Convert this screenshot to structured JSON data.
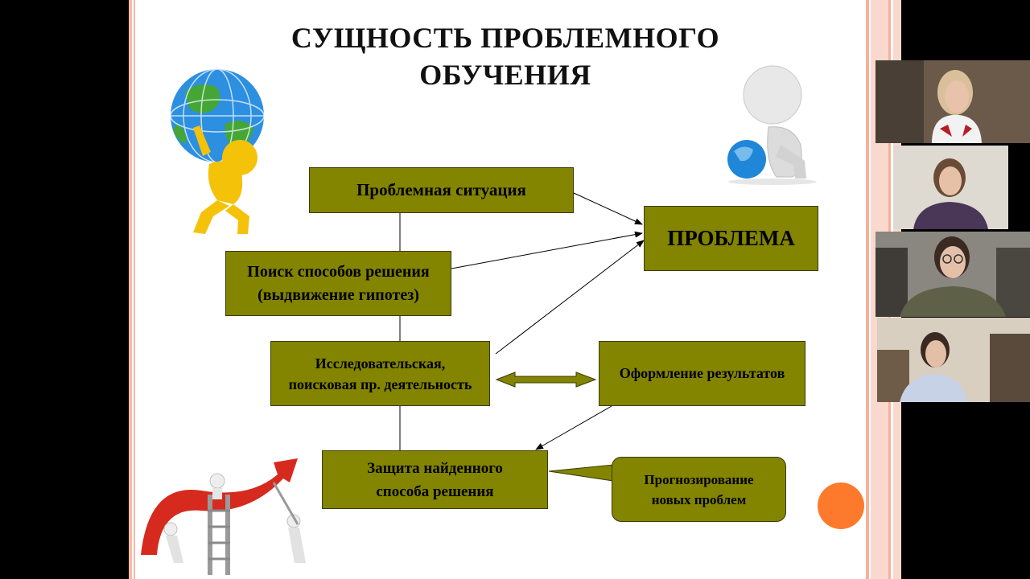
{
  "slide": {
    "title": "СУЩНОСТЬ ПРОБЛЕМНОГО\nОБУЧЕНИЯ",
    "boxes": {
      "situation": "Проблемная ситуация",
      "problem": "ПРОБЛЕМА",
      "search": "Поиск способов решения\n(выдвижение гипотез)",
      "research": "Исследовательская,\nпоисковая пр. деятельность",
      "results": "Оформление результатов",
      "defense": "Защита найденного\nспособа решения",
      "forecast": "Прогнозирование\nновых проблем"
    },
    "colors": {
      "box_fill": "#838400",
      "accent_orange": "#fd7a2d",
      "stripe": "#f4b19c"
    },
    "illustrations": [
      "atlas-globe-figure",
      "sitting-figure-with-globe",
      "growth-arrow-figures"
    ]
  },
  "video_panel": {
    "participants": [
      {
        "tile": 1,
        "icon": "participant-video"
      },
      {
        "tile": 2,
        "icon": "participant-video"
      },
      {
        "tile": 3,
        "icon": "participant-video"
      },
      {
        "tile": 4,
        "icon": "participant-video"
      }
    ]
  }
}
